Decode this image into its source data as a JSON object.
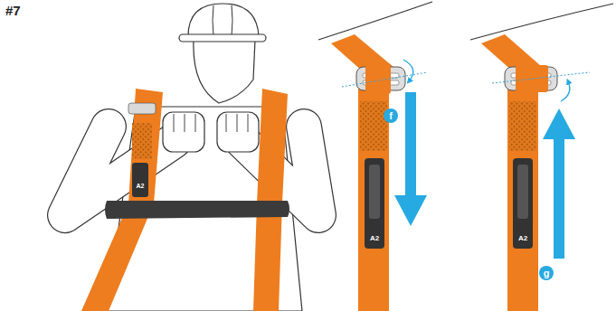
{
  "diagram": {
    "title": "#7",
    "labels": [
      "f",
      "g",
      "A2",
      "A2",
      "A2"
    ]
  }
}
